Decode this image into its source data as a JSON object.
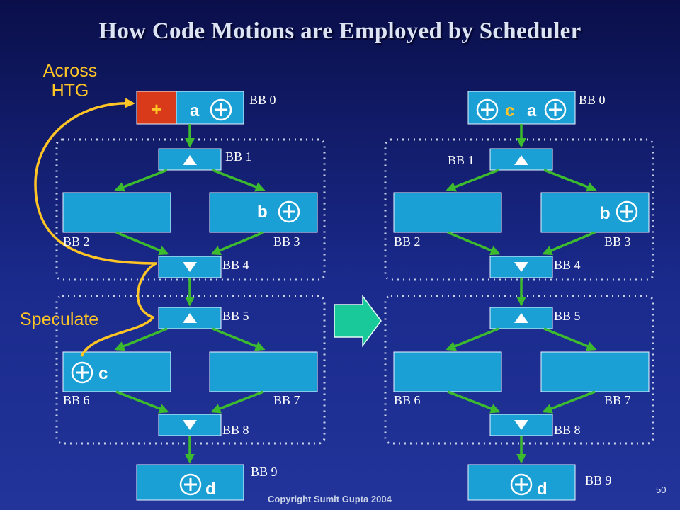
{
  "slide": {
    "title": "How Code Motions are Employed by Scheduler",
    "copyright": "Copyright Sumit Gupta 2004",
    "page_number": "50"
  },
  "annotations": {
    "across": "Across",
    "htg": "HTG",
    "speculate": "Speculate"
  },
  "left_diagram": {
    "bb0": "BB 0",
    "bb1": "BB 1",
    "bb2": "BB 2",
    "bb3": "BB 3",
    "bb4": "BB 4",
    "bb5": "BB 5",
    "bb6": "BB 6",
    "bb7": "BB 7",
    "bb8": "BB 8",
    "bb9": "BB 9",
    "op_a": "a",
    "op_b": "b",
    "op_c": "c",
    "op_d": "d",
    "moved_op": "+"
  },
  "right_diagram": {
    "bb0": "BB 0",
    "bb1": "BB 1",
    "bb2": "BB 2",
    "bb3": "BB 3",
    "bb4": "BB 4",
    "bb5": "BB 5",
    "bb6": "BB 6",
    "bb7": "BB 7",
    "bb8": "BB 8",
    "bb9": "BB 9",
    "op_a": "a",
    "op_b": "b",
    "op_c": "c",
    "op_d": "d"
  },
  "colors": {
    "block": "#1aa0d4",
    "edge": "#3dbb2e",
    "annotation": "#ffc425",
    "plus_circle": "#ffffff",
    "moved_block": "#d83a1a",
    "transform_arrow": "#19c99a"
  }
}
